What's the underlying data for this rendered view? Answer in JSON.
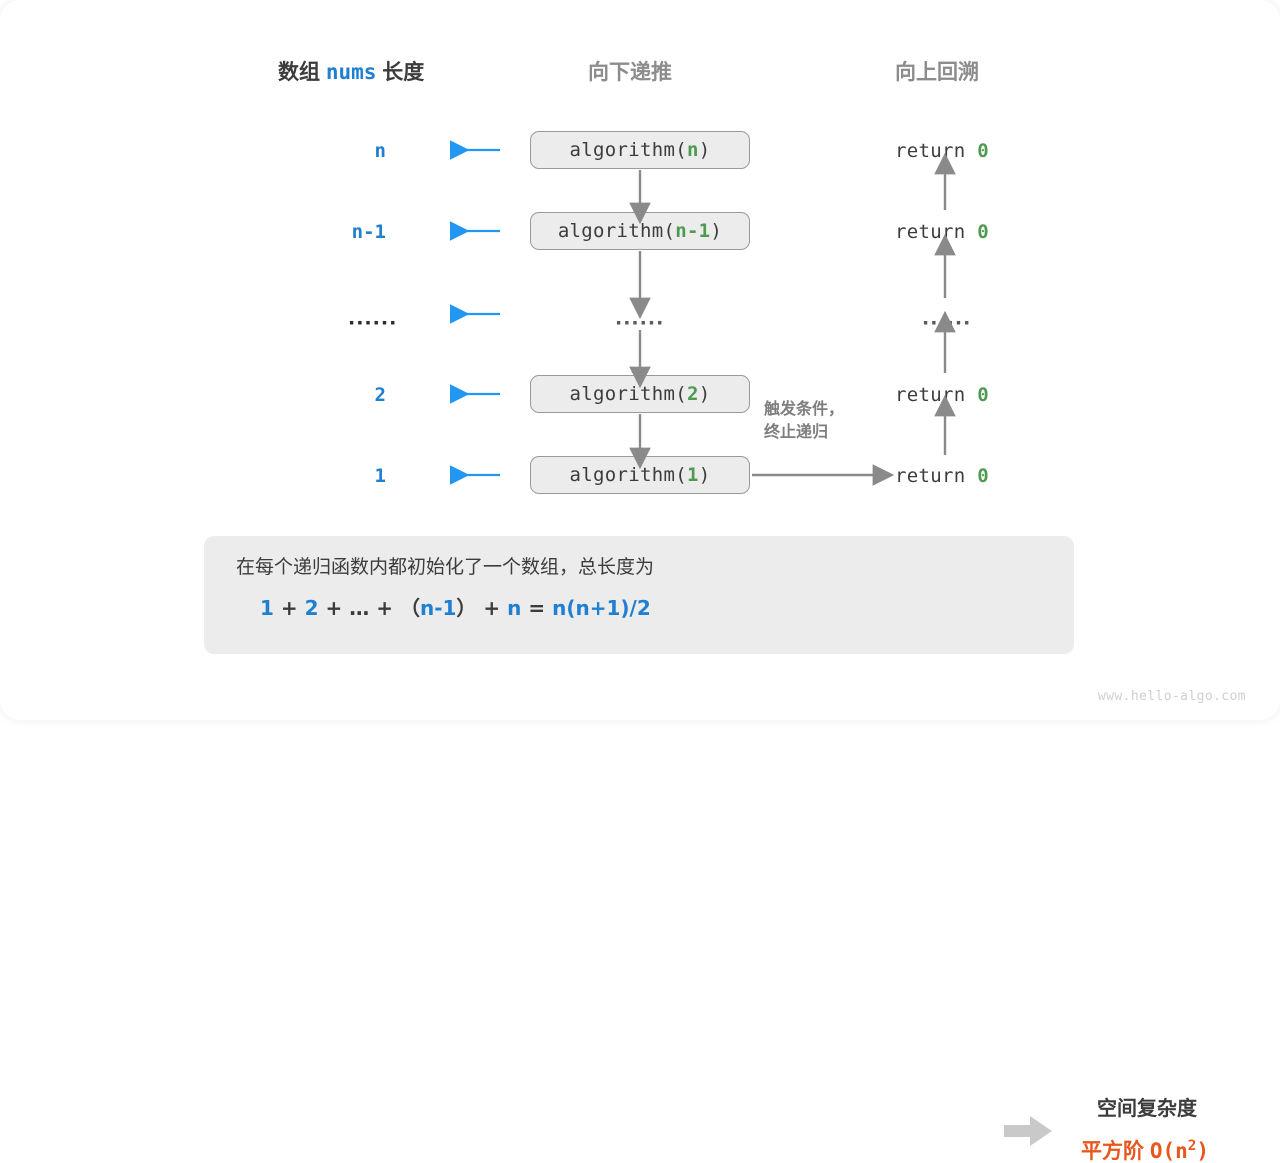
{
  "headers": {
    "left_prefix": "数组",
    "left_code": "nums",
    "left_suffix": "长度",
    "middle": "向下递推",
    "right": "向上回溯"
  },
  "colors": {
    "blue": "#1f7fd0",
    "green": "#4e9a51",
    "gray": "#8c8c8c",
    "orange": "#e8571c",
    "box_fill": "#ececec",
    "box_border": "#9a9a9a",
    "arrow_gray": "#8a8a8a"
  },
  "rows": [
    {
      "length": "n",
      "call_name": "algorithm(",
      "call_arg": "n",
      "call_close": ")",
      "return_label": "return",
      "return_value": "0"
    },
    {
      "length": "n-1",
      "call_name": "algorithm(",
      "call_arg": "n-1",
      "call_close": ")",
      "return_label": "return",
      "return_value": "0"
    },
    {
      "length": "······",
      "call_name": "······",
      "call_arg": "",
      "call_close": "",
      "return_label": "······",
      "return_value": ""
    },
    {
      "length": "2",
      "call_name": "algorithm(",
      "call_arg": "2",
      "call_close": ")",
      "return_label": "return",
      "return_value": "0"
    },
    {
      "length": "1",
      "call_name": "algorithm(",
      "call_arg": "1",
      "call_close": ")",
      "return_label": "return",
      "return_value": "0"
    }
  ],
  "trigger_note": {
    "line1": "触发条件，",
    "line2": "终止递归"
  },
  "summary": {
    "description": "在每个递归函数内都初始化了一个数组，总长度为",
    "formula": {
      "t1": "1",
      "op1": "+",
      "t2": "2",
      "op2": "+",
      "t3": "…",
      "op3": "+",
      "paren_open": "（",
      "t4": "n-1",
      "paren_close": "）",
      "op4": "+",
      "t5": "n",
      "eq": "=",
      "result": "n(n+1)/2"
    },
    "complexity_title": "空间复杂度",
    "complexity_prefix": "平方阶",
    "complexity_big_o": "O(n",
    "complexity_exp": "2",
    "complexity_big_o_close": ")",
    "arrow_icon": "block-arrow-right-icon"
  },
  "watermark": "www.hello-algo.com"
}
